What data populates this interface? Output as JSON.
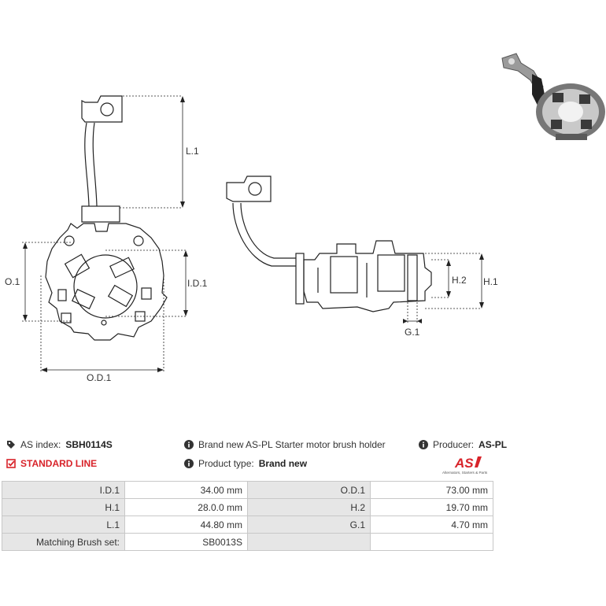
{
  "drawing": {
    "labels": {
      "l1": "L.1",
      "o1": "O.1",
      "id1": "I.D.1",
      "od1": "O.D.1",
      "h1": "H.1",
      "h2": "H.2",
      "g1": "G.1"
    }
  },
  "info": {
    "as_index_label": "AS index:",
    "as_index_value": "SBH0114S",
    "description": "Brand new AS-PL Starter motor brush holder",
    "producer_label": "Producer:",
    "producer_value": "AS-PL",
    "line_label": "STANDARD LINE",
    "product_type_label": "Product type:",
    "product_type_value": "Brand new"
  },
  "logo": {
    "mark": "AS",
    "tagline": "Alternators, Starters & Parts",
    "color": "#d8232a"
  },
  "specs": [
    {
      "l1": "I.D.1",
      "v1": "34.00 mm",
      "l2": "O.D.1",
      "v2": "73.00 mm"
    },
    {
      "l1": "H.1",
      "v1": "28.0.0 mm",
      "l2": "H.2",
      "v2": "19.70 mm"
    },
    {
      "l1": "L.1",
      "v1": "44.80 mm",
      "l2": "G.1",
      "v2": "4.70 mm"
    },
    {
      "l1": "Matching Brush set:",
      "v1": "SB0013S",
      "l2": "",
      "v2": ""
    }
  ]
}
